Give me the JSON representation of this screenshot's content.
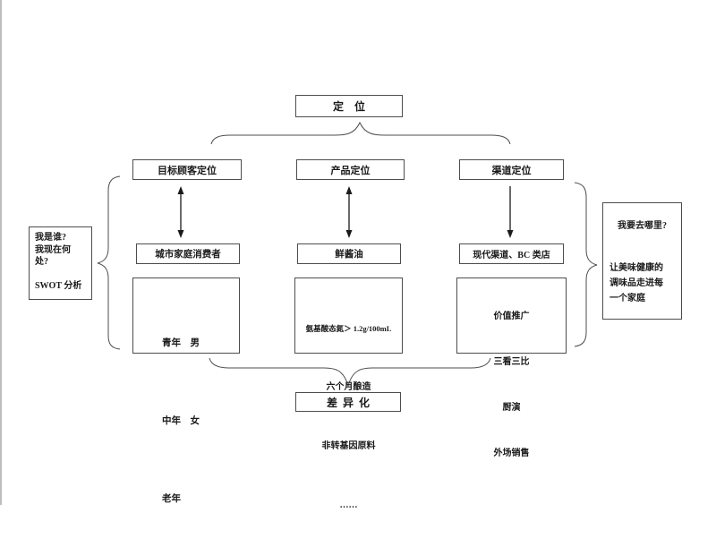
{
  "top": {
    "title": "定    位"
  },
  "bottom": {
    "title": "差  异  化"
  },
  "columns": [
    {
      "header": "目标顾客定位",
      "position": "城市家庭消费者",
      "details": [
        "青年    男",
        "中年    女",
        "老年"
      ]
    },
    {
      "header": "产品定位",
      "position": "鲜酱油",
      "details": [
        "氨基酸态氮＞ 1.2g/100mL",
        "六个月酿造",
        "非转基因原料",
        "……"
      ]
    },
    {
      "header": "渠道定位",
      "position": "现代渠道、BC 类店",
      "details": [
        "价值推广",
        "三看三比",
        "厨演",
        "外场销售"
      ]
    }
  ],
  "left_note": {
    "line1": "我是谁?",
    "line2": "我现在何",
    "line3": "处?",
    "line4": "SWOT 分析"
  },
  "right_note": {
    "question": "我要去哪里?",
    "answer_line1": "让美味健康的",
    "answer_line2": "调味品走进每",
    "answer_line3": "一个家庭"
  },
  "colors": {
    "line": "#4d4d4d",
    "arrow": "#1a1a1a",
    "background": "#ffffff"
  }
}
